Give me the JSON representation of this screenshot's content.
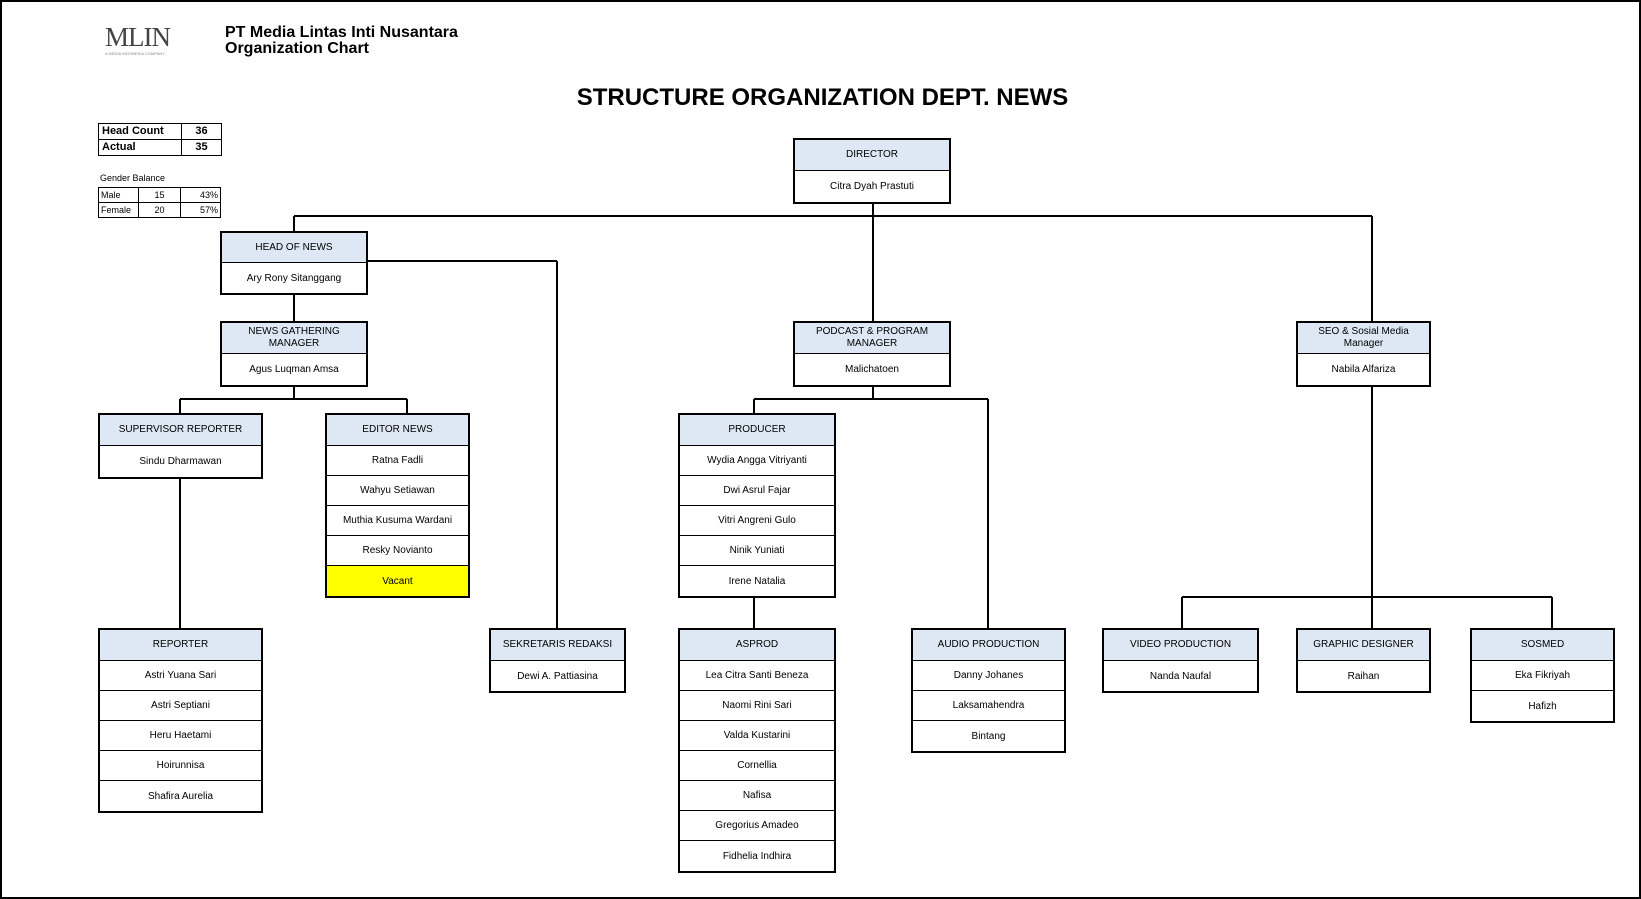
{
  "header": {
    "logo_text": "MLIN",
    "logo_tagline": "A MEDIA INDONESIA COMPANY",
    "company_name": "PT Media Lintas Inti Nusantara",
    "chart_name": "Organization Chart",
    "title": "STRUCTURE ORGANIZATION DEPT. NEWS"
  },
  "headcount": {
    "head_count_label": "Head Count",
    "head_count_value": "36",
    "actual_label": "Actual",
    "actual_value": "35"
  },
  "gender_balance": {
    "title": "Gender Balance",
    "rows": [
      {
        "label": "Male",
        "count": "15",
        "percent": "43%"
      },
      {
        "label": "Female",
        "count": "20",
        "percent": "57%"
      }
    ]
  },
  "boxes": {
    "director": {
      "title": "DIRECTOR",
      "people": [
        "Citra Dyah Prastuti"
      ]
    },
    "head_of_news": {
      "title": "HEAD OF NEWS",
      "people": [
        "Ary Rony Sitanggang"
      ]
    },
    "news_gathering": {
      "title": "NEWS GATHERING MANAGER",
      "people": [
        "Agus Luqman Amsa"
      ]
    },
    "supervisor_reporter": {
      "title": "SUPERVISOR REPORTER",
      "people": [
        "Sindu Dharmawan"
      ]
    },
    "editor_news": {
      "title": "EDITOR NEWS",
      "people": [
        "Ratna Fadli",
        "Wahyu Setiawan",
        "Muthia Kusuma Wardani",
        "Resky Novianto",
        "Vacant"
      ]
    },
    "reporter": {
      "title": "REPORTER",
      "people": [
        "Astri Yuana Sari",
        "Astri Septiani",
        "Heru Haetami",
        "Hoirunnisa",
        "Shafira Aurelia"
      ]
    },
    "sekretaris": {
      "title": "SEKRETARIS REDAKSI",
      "people": [
        "Dewi A. Pattiasina"
      ]
    },
    "podcast": {
      "title": "PODCAST & PROGRAM MANAGER",
      "people": [
        "Malichatoen"
      ]
    },
    "producer": {
      "title": "PRODUCER",
      "people": [
        "Wydia Angga Vitriyanti",
        "Dwi Asrul Fajar",
        "Vitri Angreni Gulo",
        "Ninik Yuniati",
        "Irene Natalia"
      ]
    },
    "asprod": {
      "title": "ASPROD",
      "people": [
        "Lea Citra Santi Beneza",
        "Naomi Rini Sari",
        "Valda Kustarini",
        "Cornellia",
        "Nafisa",
        "Gregorius Amadeo",
        "Fidhelia Indhira"
      ]
    },
    "audio": {
      "title": "AUDIO PRODUCTION",
      "people": [
        "Danny Johanes",
        "Laksamahendra",
        "Bintang"
      ]
    },
    "seo": {
      "title": "SEO & Sosial Media Manager",
      "people": [
        "Nabila Alfariza"
      ]
    },
    "video": {
      "title": "VIDEO PRODUCTION",
      "people": [
        "Nanda Naufal"
      ]
    },
    "graphic": {
      "title": "GRAPHIC DESIGNER",
      "people": [
        "Raihan"
      ]
    },
    "sosmed": {
      "title": "SOSMED",
      "people": [
        "Eka Fikriyah",
        "Hafizh"
      ]
    }
  }
}
